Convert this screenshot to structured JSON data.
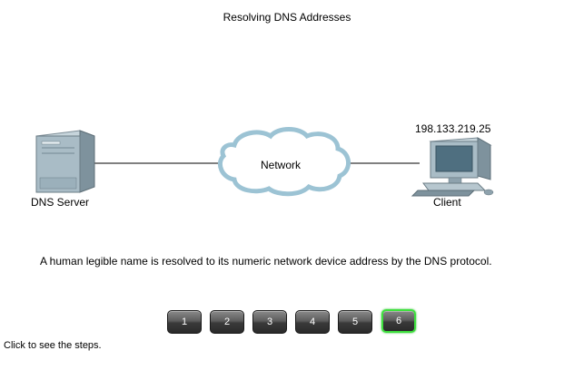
{
  "title": "Resolving DNS Addresses",
  "diagram": {
    "server_label": "DNS Server",
    "client_label": "Client",
    "client_ip": "198.133.219.25",
    "network_label": "Network"
  },
  "description": "A human legible name is resolved to its numeric network device address by the DNS protocol.",
  "steps": {
    "buttons": [
      "1",
      "2",
      "3",
      "4",
      "5",
      "6"
    ],
    "active": "6"
  },
  "hint": "Click to see the steps.",
  "colors": {
    "active_border": "#3ee03e",
    "button_fill": "#4a4a4a"
  }
}
